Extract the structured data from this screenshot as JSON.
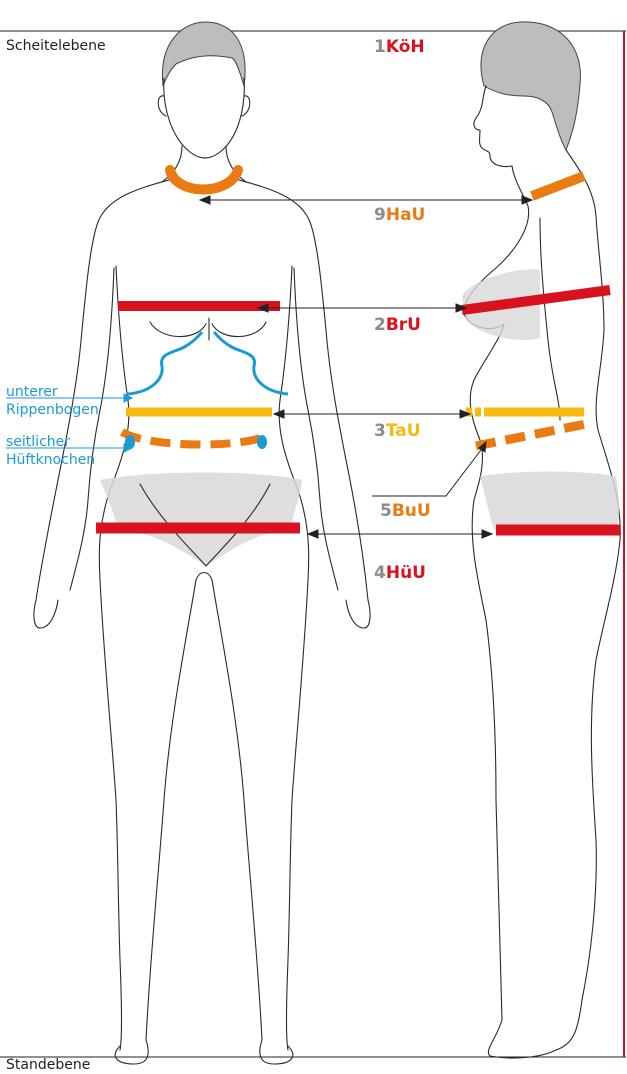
{
  "planes": {
    "top": "Scheitelebene",
    "bottom": "Standebene"
  },
  "measures": [
    {
      "num": "1",
      "code": "KöH",
      "color": "#d9121f"
    },
    {
      "num": "9",
      "code": "HaU",
      "color": "#ea7a12"
    },
    {
      "num": "2",
      "code": "BrU",
      "color": "#d9121f"
    },
    {
      "num": "3",
      "code": "TaU",
      "color": "#f6b90c"
    },
    {
      "num": "5",
      "code": "BuU",
      "color": "#ea7a12"
    },
    {
      "num": "4",
      "code": "HüU",
      "color": "#d9121f"
    }
  ],
  "landmarks": {
    "rib_line1": "unterer",
    "rib_line2": "Rippenbogen",
    "hip_line1": "seitlicher",
    "hip_line2": "Hüftknochen"
  },
  "colors": {
    "red": "#d9121f",
    "orange": "#ea7a12",
    "yellow": "#f6b90c",
    "blue": "#1a9ad6",
    "gray_number": "#8c8c8c",
    "underwear": "#d8d8d8"
  }
}
